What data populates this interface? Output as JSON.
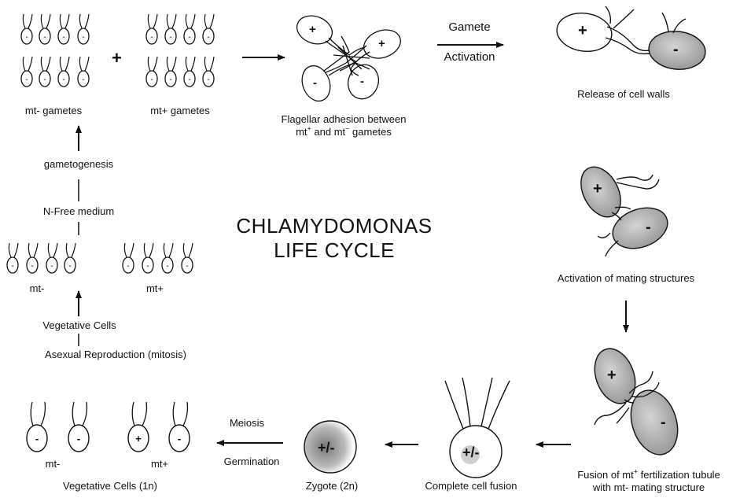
{
  "title": {
    "line1": "CHLAMYDOMONAS",
    "line2": "LIFE CYCLE"
  },
  "labels": {
    "mt_minus_gametes": "mt- gametes",
    "plus_sign": "+",
    "mt_plus_gametes": "mt+ gametes",
    "flagellar_line1": "Flagellar adhesion between",
    "flagellar_line2_a": "mt",
    "flagellar_line2_sup1": "+",
    "flagellar_line2_b": " and mt",
    "flagellar_line2_sup2": "−",
    "flagellar_line2_c": " gametes",
    "gamete_activation_1": "Gamete",
    "gamete_activation_2": "Activation",
    "release_cell_walls": "Release of cell walls",
    "gametogenesis": "gametogenesis",
    "n_free_medium": "N-Free medium",
    "mt_minus": "mt-",
    "mt_plus": "mt+",
    "vegetative_cells": "Vegetative Cells",
    "asexual_reproduction": "Asexual Reproduction (mitosis)",
    "activation_mating": "Activation of mating structures",
    "meiosis": "Meiosis",
    "germination": "Germination",
    "vegetative_cells_1n": "Vegetative Cells (1n)",
    "zygote": "Zygote (2n)",
    "complete_fusion": "Complete cell fusion",
    "fusion_line1_a": "Fusion of mt",
    "fusion_line1_sup": "+",
    "fusion_line1_b": " fertilization tubule",
    "fusion_line2": "with mt- mating structure",
    "cell_plus": "+",
    "cell_minus": "-",
    "zygote_mark": "+/-",
    "cell_dot": "-"
  },
  "colors": {
    "ink": "#111111",
    "shade": "#b5b5b5",
    "zygote_fill": "#8a8a8a"
  }
}
